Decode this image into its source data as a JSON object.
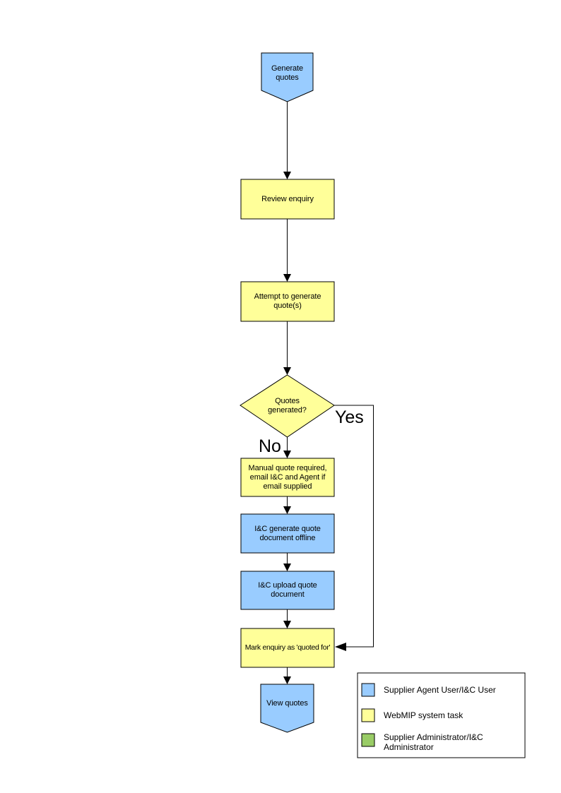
{
  "nodes": {
    "start": {
      "label": "Generate quotes",
      "fill": "#99CCFF"
    },
    "review": {
      "label": "Review enquiry",
      "fill": "#FFFF99"
    },
    "attempt": {
      "label": "Attempt to generate quote(s)",
      "fill": "#FFFF99"
    },
    "decision": {
      "label": "Quotes generated?",
      "fill": "#FFFF99"
    },
    "manual": {
      "label": "Manual quote required, email I&C and Agent if email supplied",
      "fill": "#FFFF99"
    },
    "offline": {
      "label": "I&C generate quote document offline",
      "fill": "#99CCFF"
    },
    "upload": {
      "label": "I&C upload quote document",
      "fill": "#99CCFF"
    },
    "mark": {
      "label": "Mark enquiry as 'quoted for'",
      "fill": "#FFFF99"
    },
    "end": {
      "label": "View quotes",
      "fill": "#99CCFF"
    }
  },
  "branches": {
    "yes": "Yes",
    "no": "No"
  },
  "legend": {
    "items": [
      {
        "label": "Supplier Agent User/I&C User",
        "color": "#99CCFF"
      },
      {
        "label": "WebMIP system task",
        "color": "#FFFF99"
      },
      {
        "label": "Supplier Administrator/I&C Administrator",
        "color": "#99CC66"
      }
    ]
  },
  "colors": {
    "background": "#FFFFFF",
    "stroke": "#000000",
    "actor_blue": "#99CCFF",
    "system_yellow": "#FFFF99",
    "admin_green": "#99CC66"
  }
}
